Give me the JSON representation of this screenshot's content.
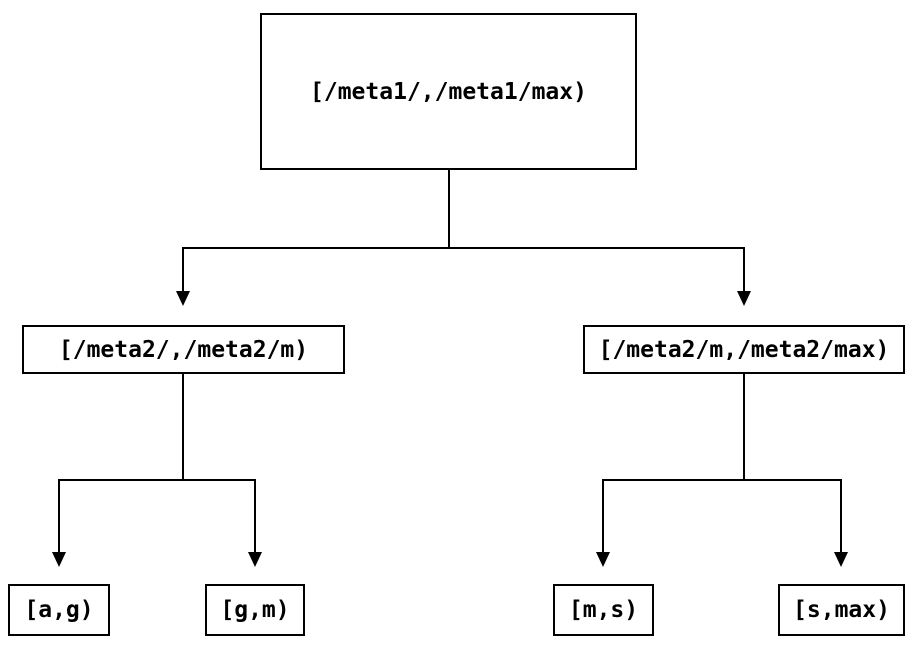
{
  "colors": {
    "bg": "#ffffff",
    "line": "#000000",
    "text": "#000000",
    "node_fill": "#ffffff"
  },
  "tree": {
    "root": {
      "label": "[/meta1/,/meta1/max)"
    },
    "level2": [
      {
        "label": "[/meta2/,/meta2/m)"
      },
      {
        "label": "[/meta2/m,/meta2/max)"
      }
    ],
    "leaves": [
      {
        "label": "[a,g)"
      },
      {
        "label": "[g,m)"
      },
      {
        "label": "[m,s)"
      },
      {
        "label": "[s,max)"
      }
    ]
  }
}
